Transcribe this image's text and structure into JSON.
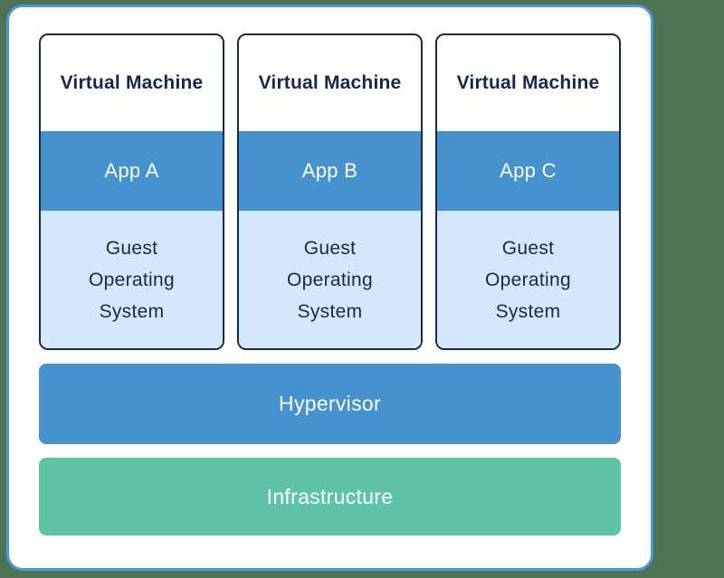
{
  "diagram": {
    "vms": [
      {
        "title": "Virtual Machine",
        "app_label": "App A",
        "os_label": "Guest Operating System"
      },
      {
        "title": "Virtual Machine",
        "app_label": "App B",
        "os_label": "Guest Operating System"
      },
      {
        "title": "Virtual Machine",
        "app_label": "App C",
        "os_label": "Guest Operating System"
      }
    ],
    "layers": [
      {
        "label": "Hypervisor"
      },
      {
        "label": "Infrastructure"
      }
    ]
  },
  "colors": {
    "page_background": "#4d7254",
    "card_background": "#ffffff",
    "card_border": "#4a9ad9",
    "vm_border": "#15294e",
    "app_bar": "#4592cf",
    "guest_os_background": "#d5e8f9",
    "layer_hypervisor": "#4592cf",
    "layer_infrastructure": "#5fc3a8",
    "text_dark": "#15294e",
    "text_light": "#ffffff"
  }
}
